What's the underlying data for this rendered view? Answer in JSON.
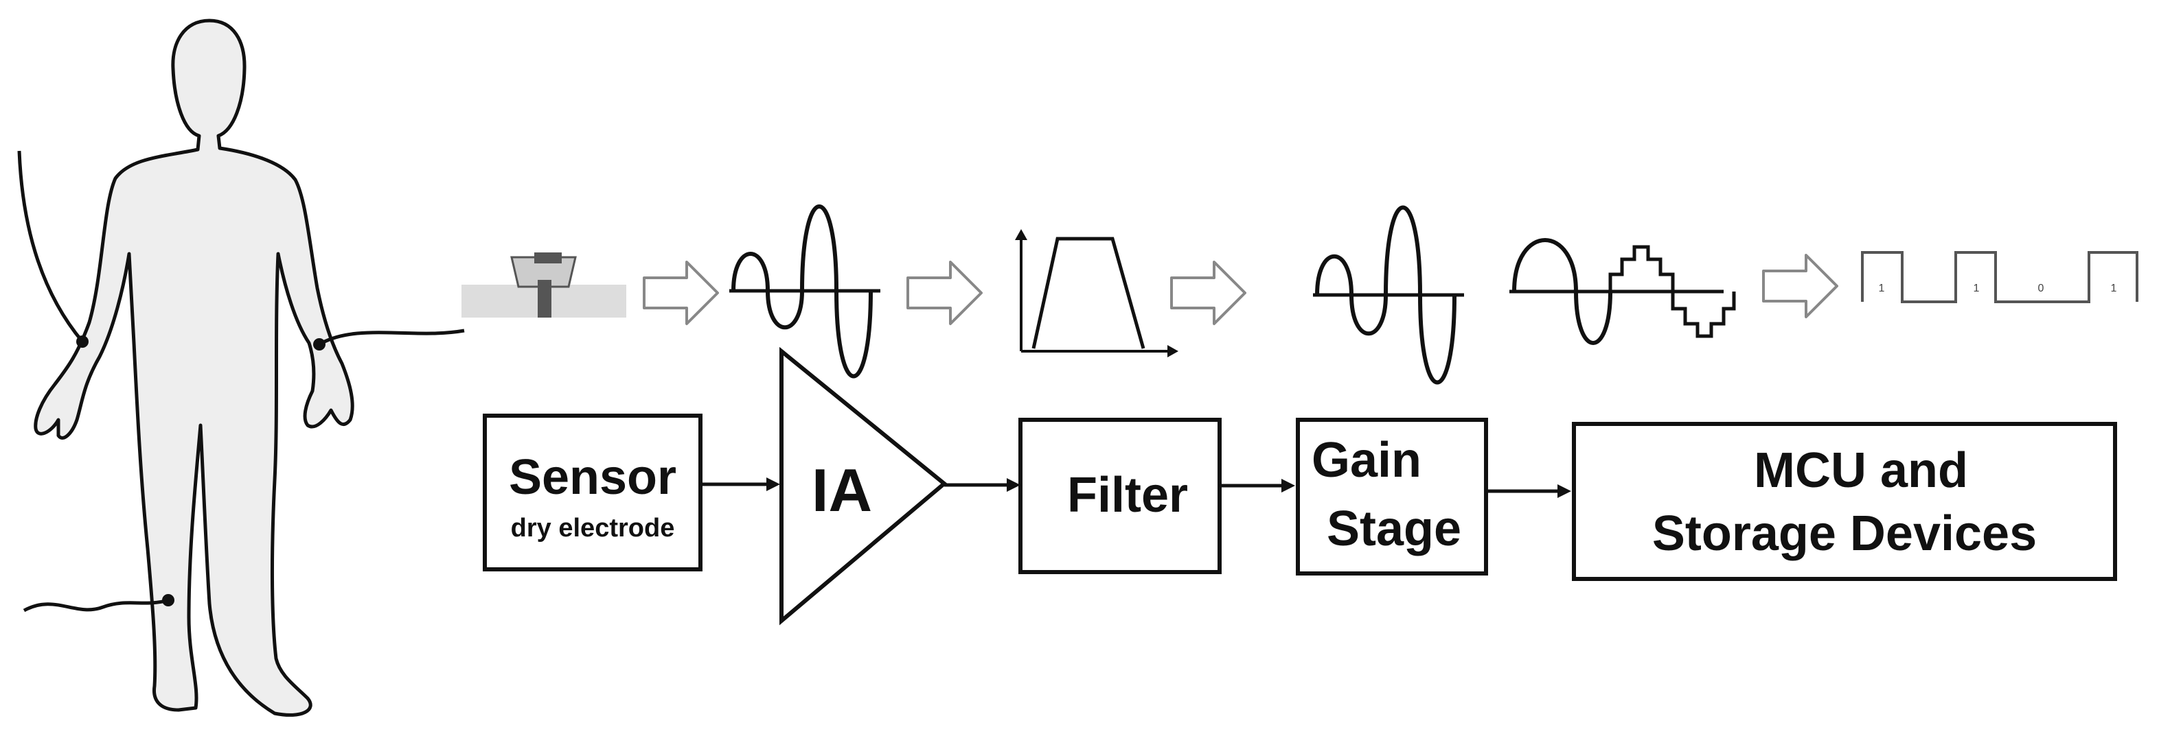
{
  "blocks": {
    "sensor": {
      "title": "Sensor",
      "subtitle": "dry electrode"
    },
    "ia": {
      "label": "IA"
    },
    "filter": {
      "label": "Filter"
    },
    "gain": {
      "line1": "Gain",
      "line2": "Stage"
    },
    "mcu": {
      "line1": "MCU and",
      "line2": "Storage Devices"
    }
  },
  "digital_bits": [
    "1",
    "1",
    "0",
    "1"
  ],
  "colors": {
    "stroke": "#111111",
    "body_fill": "#eeeeee",
    "electrode_pad": "#dddddd",
    "electrode_cap": "#555555",
    "hollow_arrow": "#888888"
  }
}
